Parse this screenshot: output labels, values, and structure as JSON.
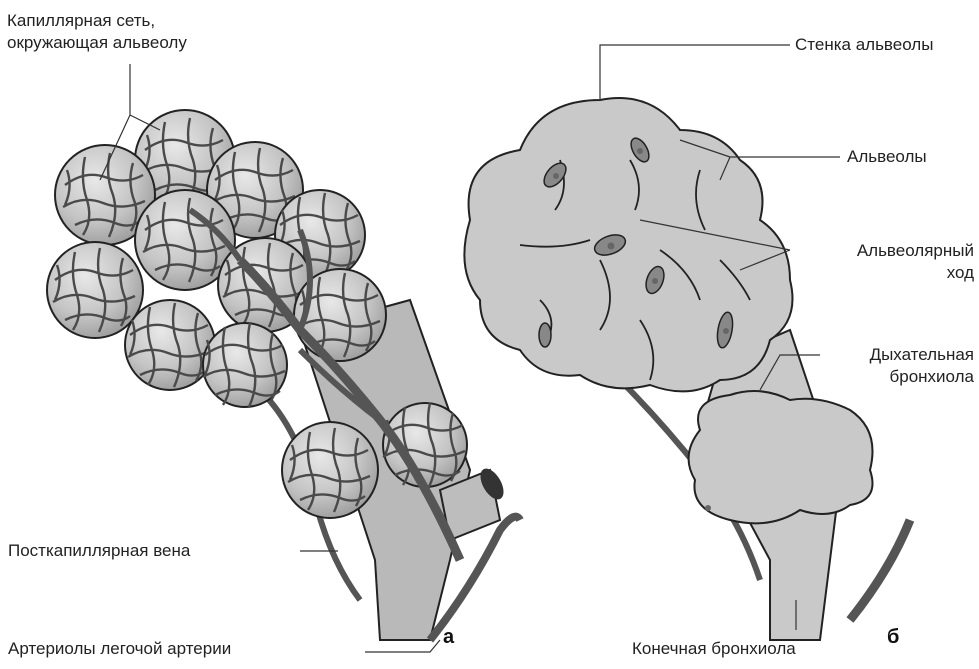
{
  "labels": {
    "capillary_net_line1": "Капиллярная сеть,",
    "capillary_net_line2": "окружающая альвеолу",
    "postcapillary_vein": "Посткапиллярная вена",
    "arterioles": "Артериолы легочой артерии",
    "alveolar_wall": "Стенка альвеолы",
    "alveoli": "Альвеолы",
    "alveolar_duct_line1": "Альвеолярный",
    "alveolar_duct_line2": "ход",
    "resp_bronchiole_line1": "Дыхательная",
    "resp_bronchiole_line2": "бронхиола",
    "terminal_bronchiole": "Конечная бронхиола"
  },
  "panels": {
    "a": "а",
    "b": "б"
  },
  "colors": {
    "alveolus_fill": "#c9c9c9",
    "capillary": "#4a4a4a",
    "vessel": "#555555",
    "outline": "#222222",
    "leader": "#333333"
  }
}
